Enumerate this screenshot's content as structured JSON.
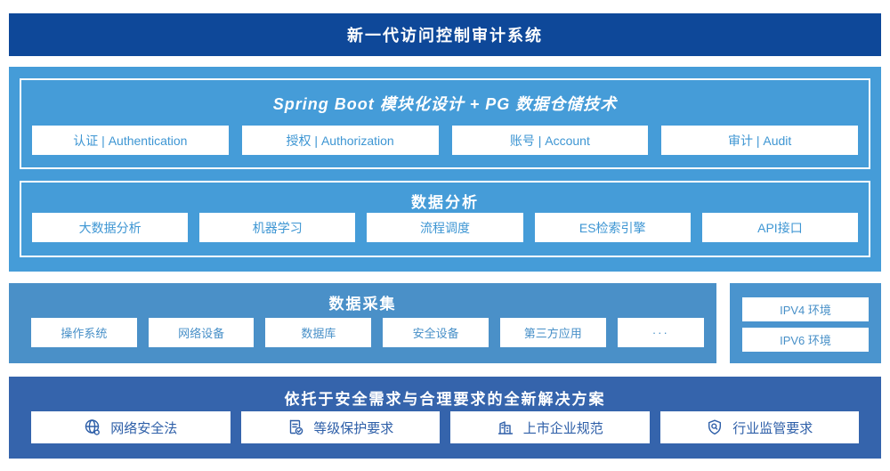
{
  "banner": {
    "title": "新一代访问控制审计系统"
  },
  "platform": {
    "modules_header": "Spring Boot 模块化设计 + PG 数据仓储技术",
    "modules": [
      "认证 | Authentication",
      "授权 | Authorization",
      "账号 | Account",
      "审计 | Audit"
    ],
    "analysis_header": "数据分析",
    "analysis_items": [
      "大数据分析",
      "机器学习",
      "流程调度",
      "ES检索引擎",
      "API接口"
    ]
  },
  "collection": {
    "header": "数据采集",
    "items": [
      "操作系统",
      "网络设备",
      "数据库",
      "安全设备",
      "第三方应用",
      "···"
    ],
    "environments": [
      "IPV4 环境",
      "IPV6 环境"
    ]
  },
  "solution": {
    "header": "依托于安全需求与合理要求的全新解决方案",
    "items": [
      {
        "icon": "globe-icon",
        "label": "网络安全法"
      },
      {
        "icon": "document-check-icon",
        "label": "等级保护要求"
      },
      {
        "icon": "building-icon",
        "label": "上市企业规范"
      },
      {
        "icon": "shield-search-icon",
        "label": "行业监管要求"
      }
    ]
  },
  "colors": {
    "banner_bg": "#0E4899",
    "platform_bg": "#459CD8",
    "collection_bg": "#4A90C8",
    "env_bg": "#4A94CE",
    "solution_bg": "#3564AC",
    "box_text_blue": "#3E96D3",
    "solution_text_blue": "#2E5FA8"
  }
}
